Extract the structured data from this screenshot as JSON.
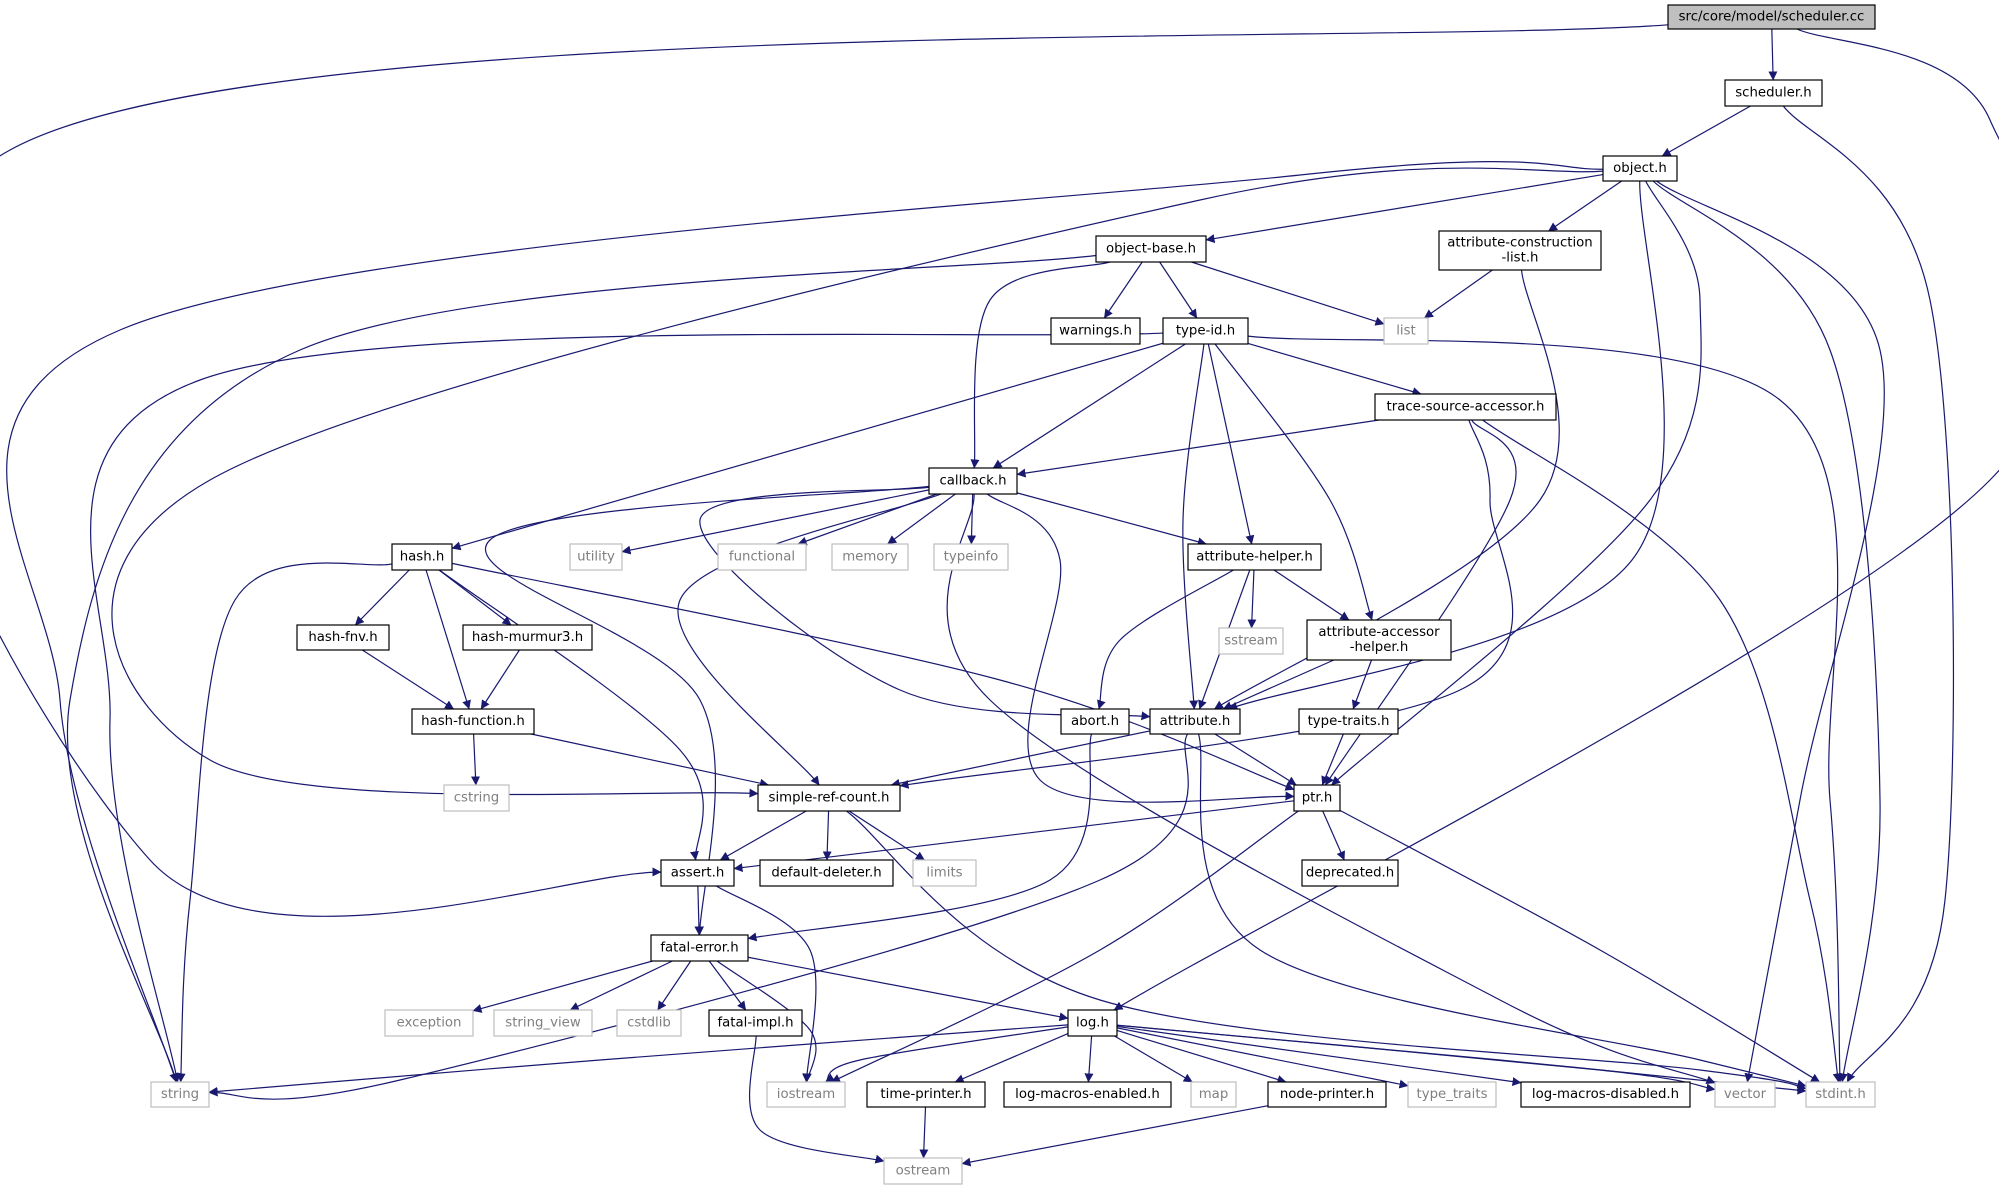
{
  "colors": {
    "edge": "#191970",
    "root_fill": "#bfbfbf",
    "root_border": "#000000",
    "local_fill": "#ffffff",
    "local_border": "#000000",
    "system_fill": "#ffffff",
    "system_border": "#bfbfbf",
    "system_text": "#808080",
    "local_text": "#000000"
  },
  "graph": {
    "nodes": [
      {
        "id": "scheduler_cc",
        "label": "src/core/model/scheduler.cc",
        "kind": "root"
      },
      {
        "id": "scheduler_h",
        "label": "scheduler.h",
        "kind": "local"
      },
      {
        "id": "object_h",
        "label": "object.h",
        "kind": "local"
      },
      {
        "id": "object_base_h",
        "label": "object-base.h",
        "kind": "local"
      },
      {
        "id": "attr_constr_list_h",
        "label": "attribute-construction\n-list.h",
        "kind": "local"
      },
      {
        "id": "warnings_h",
        "label": "warnings.h",
        "kind": "local"
      },
      {
        "id": "type_id_h",
        "label": "type-id.h",
        "kind": "local"
      },
      {
        "id": "list",
        "label": "list",
        "kind": "system"
      },
      {
        "id": "trace_source_accessor_h",
        "label": "trace-source-accessor.h",
        "kind": "local"
      },
      {
        "id": "callback_h",
        "label": "callback.h",
        "kind": "local"
      },
      {
        "id": "hash_h",
        "label": "hash.h",
        "kind": "local"
      },
      {
        "id": "utility",
        "label": "utility",
        "kind": "system"
      },
      {
        "id": "functional",
        "label": "functional",
        "kind": "system"
      },
      {
        "id": "memory",
        "label": "memory",
        "kind": "system"
      },
      {
        "id": "typeinfo",
        "label": "typeinfo",
        "kind": "system"
      },
      {
        "id": "attribute_helper_h",
        "label": "attribute-helper.h",
        "kind": "local"
      },
      {
        "id": "sstream",
        "label": "sstream",
        "kind": "system"
      },
      {
        "id": "attr_accessor_helper_h",
        "label": "attribute-accessor\n-helper.h",
        "kind": "local"
      },
      {
        "id": "hash_fnv_h",
        "label": "hash-fnv.h",
        "kind": "local"
      },
      {
        "id": "hash_murmur3_h",
        "label": "hash-murmur3.h",
        "kind": "local"
      },
      {
        "id": "hash_function_h",
        "label": "hash-function.h",
        "kind": "local"
      },
      {
        "id": "abort_h",
        "label": "abort.h",
        "kind": "local"
      },
      {
        "id": "attribute_h",
        "label": "attribute.h",
        "kind": "local"
      },
      {
        "id": "type_traits_h",
        "label": "type-traits.h",
        "kind": "local"
      },
      {
        "id": "cstring",
        "label": "cstring",
        "kind": "system"
      },
      {
        "id": "simple_ref_count_h",
        "label": "simple-ref-count.h",
        "kind": "local"
      },
      {
        "id": "ptr_h",
        "label": "ptr.h",
        "kind": "local"
      },
      {
        "id": "assert_h",
        "label": "assert.h",
        "kind": "local"
      },
      {
        "id": "default_deleter_h",
        "label": "default-deleter.h",
        "kind": "local"
      },
      {
        "id": "limits",
        "label": "limits",
        "kind": "system"
      },
      {
        "id": "deprecated_h",
        "label": "deprecated.h",
        "kind": "local"
      },
      {
        "id": "fatal_error_h",
        "label": "fatal-error.h",
        "kind": "local"
      },
      {
        "id": "exception",
        "label": "exception",
        "kind": "system"
      },
      {
        "id": "string_view",
        "label": "string_view",
        "kind": "system"
      },
      {
        "id": "cstdlib",
        "label": "cstdlib",
        "kind": "system"
      },
      {
        "id": "fatal_impl_h",
        "label": "fatal-impl.h",
        "kind": "local"
      },
      {
        "id": "log_h",
        "label": "log.h",
        "kind": "local"
      },
      {
        "id": "string",
        "label": "string",
        "kind": "system"
      },
      {
        "id": "iostream",
        "label": "iostream",
        "kind": "system"
      },
      {
        "id": "time_printer_h",
        "label": "time-printer.h",
        "kind": "local"
      },
      {
        "id": "log_macros_enabled_h",
        "label": "log-macros-enabled.h",
        "kind": "local"
      },
      {
        "id": "map",
        "label": "map",
        "kind": "system"
      },
      {
        "id": "node_printer_h",
        "label": "node-printer.h",
        "kind": "local"
      },
      {
        "id": "type_traits",
        "label": "type_traits",
        "kind": "system"
      },
      {
        "id": "log_macros_disabled_h",
        "label": "log-macros-disabled.h",
        "kind": "local"
      },
      {
        "id": "vector",
        "label": "vector",
        "kind": "system"
      },
      {
        "id": "stdint_h",
        "label": "stdint.h",
        "kind": "system"
      },
      {
        "id": "ostream",
        "label": "ostream",
        "kind": "system"
      }
    ],
    "edges": [
      [
        "scheduler_cc",
        "scheduler_h"
      ],
      [
        "scheduler_cc",
        "assert_h"
      ],
      [
        "scheduler_cc",
        "log_h"
      ],
      [
        "scheduler_h",
        "object_h"
      ],
      [
        "scheduler_h",
        "stdint_h"
      ],
      [
        "object_h",
        "object_base_h"
      ],
      [
        "object_h",
        "attr_constr_list_h"
      ],
      [
        "object_h",
        "string"
      ],
      [
        "object_h",
        "simple_ref_count_h"
      ],
      [
        "object_h",
        "attribute_h"
      ],
      [
        "object_h",
        "ptr_h"
      ],
      [
        "object_h",
        "vector"
      ],
      [
        "object_h",
        "stdint_h"
      ],
      [
        "object_base_h",
        "warnings_h"
      ],
      [
        "object_base_h",
        "type_id_h"
      ],
      [
        "object_base_h",
        "list"
      ],
      [
        "object_base_h",
        "callback_h"
      ],
      [
        "object_base_h",
        "string"
      ],
      [
        "attr_constr_list_h",
        "list"
      ],
      [
        "attr_constr_list_h",
        "attribute_h"
      ],
      [
        "type_id_h",
        "trace_source_accessor_h"
      ],
      [
        "type_id_h",
        "callback_h"
      ],
      [
        "type_id_h",
        "hash_h"
      ],
      [
        "type_id_h",
        "attribute_helper_h"
      ],
      [
        "type_id_h",
        "attr_accessor_helper_h"
      ],
      [
        "type_id_h",
        "attribute_h"
      ],
      [
        "type_id_h",
        "string"
      ],
      [
        "type_id_h",
        "stdint_h"
      ],
      [
        "trace_source_accessor_h",
        "callback_h"
      ],
      [
        "trace_source_accessor_h",
        "simple_ref_count_h"
      ],
      [
        "trace_source_accessor_h",
        "ptr_h"
      ],
      [
        "trace_source_accessor_h",
        "stdint_h"
      ],
      [
        "callback_h",
        "utility"
      ],
      [
        "callback_h",
        "functional"
      ],
      [
        "callback_h",
        "memory"
      ],
      [
        "callback_h",
        "typeinfo"
      ],
      [
        "callback_h",
        "attribute_helper_h"
      ],
      [
        "callback_h",
        "attribute_h"
      ],
      [
        "callback_h",
        "simple_ref_count_h"
      ],
      [
        "callback_h",
        "ptr_h"
      ],
      [
        "callback_h",
        "fatal_error_h"
      ],
      [
        "callback_h",
        "vector"
      ],
      [
        "hash_h",
        "hash_fnv_h"
      ],
      [
        "hash_h",
        "hash_murmur3_h"
      ],
      [
        "hash_h",
        "hash_function_h"
      ],
      [
        "hash_h",
        "assert_h"
      ],
      [
        "hash_h",
        "ptr_h"
      ],
      [
        "hash_h",
        "string"
      ],
      [
        "attribute_helper_h",
        "sstream"
      ],
      [
        "attribute_helper_h",
        "attr_accessor_helper_h"
      ],
      [
        "attribute_helper_h",
        "abort_h"
      ],
      [
        "attribute_helper_h",
        "attribute_h"
      ],
      [
        "attr_accessor_helper_h",
        "attribute_h"
      ],
      [
        "attr_accessor_helper_h",
        "type_traits_h"
      ],
      [
        "hash_fnv_h",
        "hash_function_h"
      ],
      [
        "hash_murmur3_h",
        "hash_function_h"
      ],
      [
        "hash_function_h",
        "cstring"
      ],
      [
        "hash_function_h",
        "simple_ref_count_h"
      ],
      [
        "abort_h",
        "fatal_error_h"
      ],
      [
        "attribute_h",
        "simple_ref_count_h"
      ],
      [
        "attribute_h",
        "ptr_h"
      ],
      [
        "attribute_h",
        "string"
      ],
      [
        "attribute_h",
        "stdint_h"
      ],
      [
        "type_traits_h",
        "ptr_h"
      ],
      [
        "simple_ref_count_h",
        "assert_h"
      ],
      [
        "simple_ref_count_h",
        "default_deleter_h"
      ],
      [
        "simple_ref_count_h",
        "limits"
      ],
      [
        "simple_ref_count_h",
        "stdint_h"
      ],
      [
        "ptr_h",
        "assert_h"
      ],
      [
        "ptr_h",
        "deprecated_h"
      ],
      [
        "ptr_h",
        "iostream"
      ],
      [
        "ptr_h",
        "stdint_h"
      ],
      [
        "assert_h",
        "fatal_error_h"
      ],
      [
        "assert_h",
        "iostream"
      ],
      [
        "fatal_error_h",
        "exception"
      ],
      [
        "fatal_error_h",
        "string_view"
      ],
      [
        "fatal_error_h",
        "cstdlib"
      ],
      [
        "fatal_error_h",
        "fatal_impl_h"
      ],
      [
        "fatal_error_h",
        "iostream"
      ],
      [
        "fatal_error_h",
        "log_h"
      ],
      [
        "fatal_impl_h",
        "ostream"
      ],
      [
        "log_h",
        "string"
      ],
      [
        "log_h",
        "iostream"
      ],
      [
        "log_h",
        "time_printer_h"
      ],
      [
        "log_h",
        "log_macros_enabled_h"
      ],
      [
        "log_h",
        "map"
      ],
      [
        "log_h",
        "node_printer_h"
      ],
      [
        "log_h",
        "type_traits"
      ],
      [
        "log_h",
        "log_macros_disabled_h"
      ],
      [
        "log_h",
        "vector"
      ],
      [
        "log_h",
        "stdint_h"
      ],
      [
        "time_printer_h",
        "ostream"
      ],
      [
        "node_printer_h",
        "ostream"
      ]
    ]
  }
}
